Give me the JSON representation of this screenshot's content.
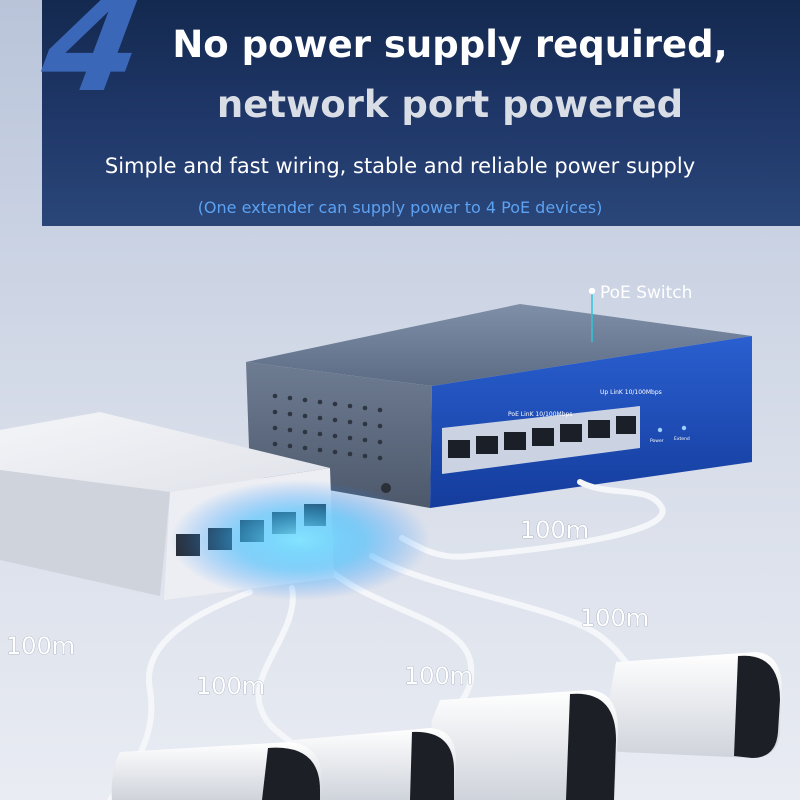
{
  "header": {
    "number": "4",
    "headline_line1": "No power supply required,",
    "headline_line2": "network port powered",
    "subtitle": "Simple and fast wiring, stable and reliable power supply",
    "note": "(One extender can supply power to 4 PoE devices)"
  },
  "switch": {
    "label": "PoE Switch",
    "poe_link_label": "PoE LinK 10/100Mbps",
    "uplink_label": "Up LinK 10/100Mbps",
    "power_label": "Power",
    "extend_label": "Extend"
  },
  "cables": {
    "uplink_distance": "100m",
    "distance_left": "100m",
    "distance_middle": "100m",
    "distance_center": "100m",
    "distance_right": "100m"
  },
  "colors": {
    "header_bg": "#1c3461",
    "number_blue": "#3b67b8",
    "note_blue": "#5da2f2",
    "switch_front": "#1d4fc2"
  }
}
